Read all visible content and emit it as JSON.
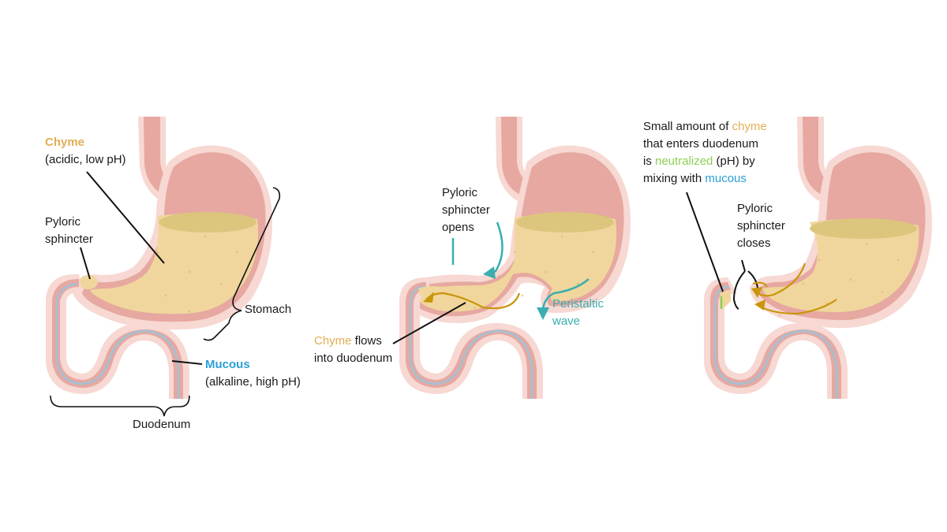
{
  "colors": {
    "chyme_text": "#e2ae55",
    "mucous_text": "#2b9fd6",
    "wave_teal": "#3aaeb0",
    "neutralized_green": "#8ccf55",
    "stomach_wall": "#e6a8a0",
    "stomach_outline": "#f7d8d2",
    "chyme_fill": "#f0d69c",
    "chyme_surface": "#dcc57d",
    "mucous_lining": "#a9bed0",
    "flow_arrow": "#c9950a"
  },
  "panel1": {
    "chyme_title": "Chyme",
    "chyme_desc": "(acidic, low pH)",
    "pyloric_line1": "Pyloric",
    "pyloric_line2": "sphincter",
    "stomach": "Stomach",
    "mucous_title": "Mucous",
    "mucous_desc": "(alkaline, high pH)",
    "duodenum": "Duodenum"
  },
  "panel2": {
    "opens_line1": "Pyloric",
    "opens_line2": "sphincter",
    "opens_line3": "opens",
    "wave_line1": "Peristaltic",
    "wave_line2": "wave",
    "flows_chyme": "Chyme",
    "flows_rest": " flows",
    "flows_line2": "into duodenum"
  },
  "panel3": {
    "small_line1_a": "Small amount of ",
    "small_line1_b": "chyme",
    "small_line2": "that enters duodenum",
    "small_line3_a": "is ",
    "small_line3_b": "neutralized",
    "small_line3_c": " (pH) by",
    "small_line4_a": "mixing with ",
    "small_line4_b": "mucous",
    "closes_line1": "Pyloric",
    "closes_line2": "sphincter",
    "closes_line3": "closes"
  }
}
